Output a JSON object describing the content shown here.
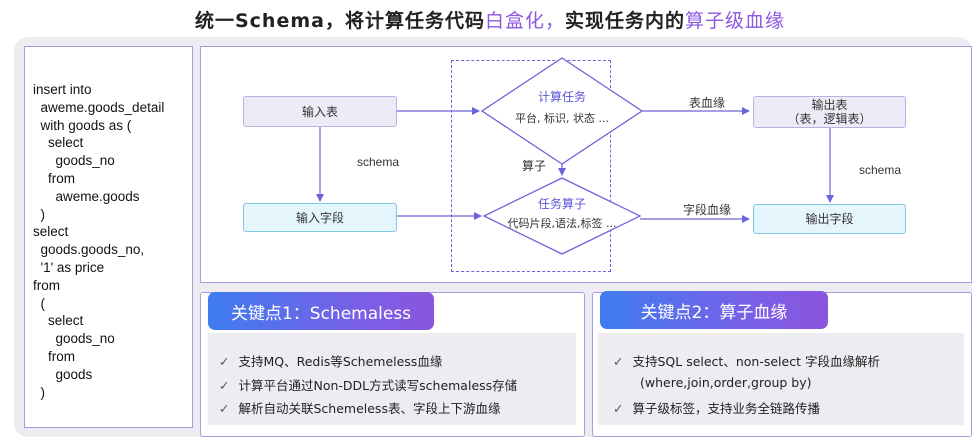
{
  "title": {
    "part1": "统一Schema，将计算任务代码",
    "highlight": "白盒化，",
    "part2": "实现任务内的",
    "highlight2": "算子级血缘"
  },
  "sql_lines": [
    "insert into",
    "  aweme.goods_detail",
    "  with goods as (",
    "    select",
    "      goods_no",
    "    from",
    "      aweme.goods",
    "  )",
    "select",
    "  goods.goods_no,",
    "  '1' as price",
    "from",
    "  (",
    "    select",
    "      goods_no",
    "    from",
    "      goods",
    "  )"
  ],
  "diagram": {
    "input_table": "输入表",
    "input_field": "输入字段",
    "output_table_line1": "输出表",
    "output_table_line2": "（表，逻辑表）",
    "output_field": "输出字段",
    "compute_task_title": "计算任务",
    "compute_task_detail": "平台, 标识, 状态 ...",
    "task_operator_title": "任务算子",
    "task_operator_detail": "代码片段,语法,标签 ...",
    "schema_left": "schema",
    "schema_right": "schema",
    "operator_label": "算子",
    "table_lineage": "表血缘",
    "field_lineage": "字段血缘"
  },
  "key_point_1": {
    "tab": "关键点1：Schemaless",
    "items": [
      "支持MQ、Redis等Schemeless血缘",
      "计算平台通过Non-DDL方式读写schemaless存储",
      "解析自动关联Schemeless表、字段上下游血缘"
    ]
  },
  "key_point_2": {
    "tab": "关键点2：算子血缘",
    "items": [
      "支持SQL select、non-select 字段血缘解析",
      "(where,join,order,group by)",
      "算子级标签，支持业务全链路传播"
    ]
  },
  "check_mark": "✓",
  "colors": {
    "accent_purple": "#8d58e0",
    "arrow_blue": "#6b63d8",
    "tab_gradient_start": "#3e7cf0",
    "tab_gradient_end": "#8a55de"
  }
}
